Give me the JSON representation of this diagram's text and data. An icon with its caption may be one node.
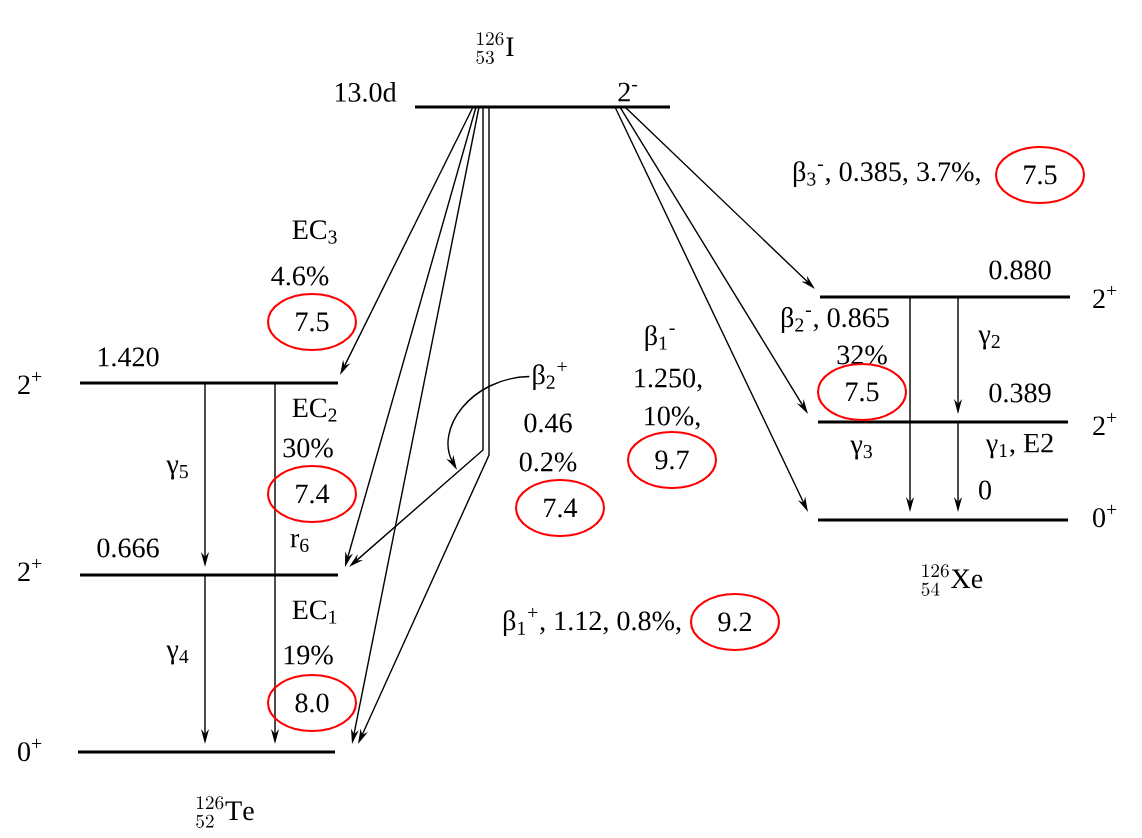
{
  "diagram": {
    "nodes": [
      {
        "text": [
          "13.0d",
          "2$^{-}$"
        ]
      },
      {
        "text": [
          "2$^{+}$",
          "1.420"
        ]
      },
      {
        "text": [
          "2$^{+}$",
          "0.666"
        ]
      },
      {
        "text": [
          "0$^{+}$"
        ]
      },
      {
        "text": [
          "0.880",
          "2$^{+}$"
        ]
      },
      {
        "text": [
          "0.389",
          "2$^{+}$"
        ]
      },
      {
        "text": [
          "0",
          "0$^{+}$"
        ]
      },
      {
        "text": [
          "β$_{2}$$^{+}$"
        ]
      }
    ],
    "edges": [
      {
        "from": 0,
        "to": 1,
        "arrow": "to"
      },
      {
        "from": 0,
        "to": 2,
        "arrow": "to"
      },
      {
        "from": 0,
        "to": 3,
        "arrow": "to"
      },
      {
        "from": 0,
        "to": 2,
        "arrow": "to"
      },
      {
        "from": 0,
        "to": 3,
        "arrow": "to"
      },
      {
        "from": 0,
        "to": 4,
        "arrow": "to"
      },
      {
        "from": 0,
        "to": 5,
        "arrow": "to"
      },
      {
        "from": 0,
        "to": 6,
        "arrow": "to"
      },
      {
        "from": 1,
        "to": 2,
        "arrow": "to",
        "label": "γ$_{5}$"
      },
      {
        "from": 2,
        "to": 3,
        "arrow": "to",
        "label": "γ$_{4}$"
      },
      {
        "from": 1,
        "to": 3,
        "arrow": "to",
        "label": "r$_{6}$"
      },
      {
        "from": 4,
        "to": 6,
        "arrow": "to",
        "label": "γ$_{3}$"
      },
      {
        "from": 4,
        "to": 5,
        "arrow": "to",
        "label": "γ$_{2}$"
      },
      {
        "from": 5,
        "to": 6,
        "arrow": "to",
        "label": "γ$_{1}$, E2"
      },
      {
        "from": 7,
        "to": null,
        "arrow": "to"
      }
    ],
    "labels": [
      "{}^{126}_{53}\\mathrm{I}",
      "EC$_{3}$",
      "4.6%",
      "7.5",
      "EC$_{2}$",
      "30%",
      "7.4",
      "EC$_{1}$",
      "19%",
      "8.0",
      "0.46",
      "0.2%",
      "7.4",
      "β$_{1}$$^{-}$",
      "1.250,",
      "10%,",
      "9.7",
      "β$_{3}$$^{-}$, 0.385, 3.7%,",
      "7.5",
      "β$_{2}$$^{-}$, 0.865",
      "32%",
      "7.5",
      "β$_{1}$$^{+}$, 1.12, 0.8%,",
      "9.2",
      "{}^{126}_{52}\\mathrm{Te}",
      "{}^{126}_{54}\\mathrm{Xe}"
    ]
  }
}
